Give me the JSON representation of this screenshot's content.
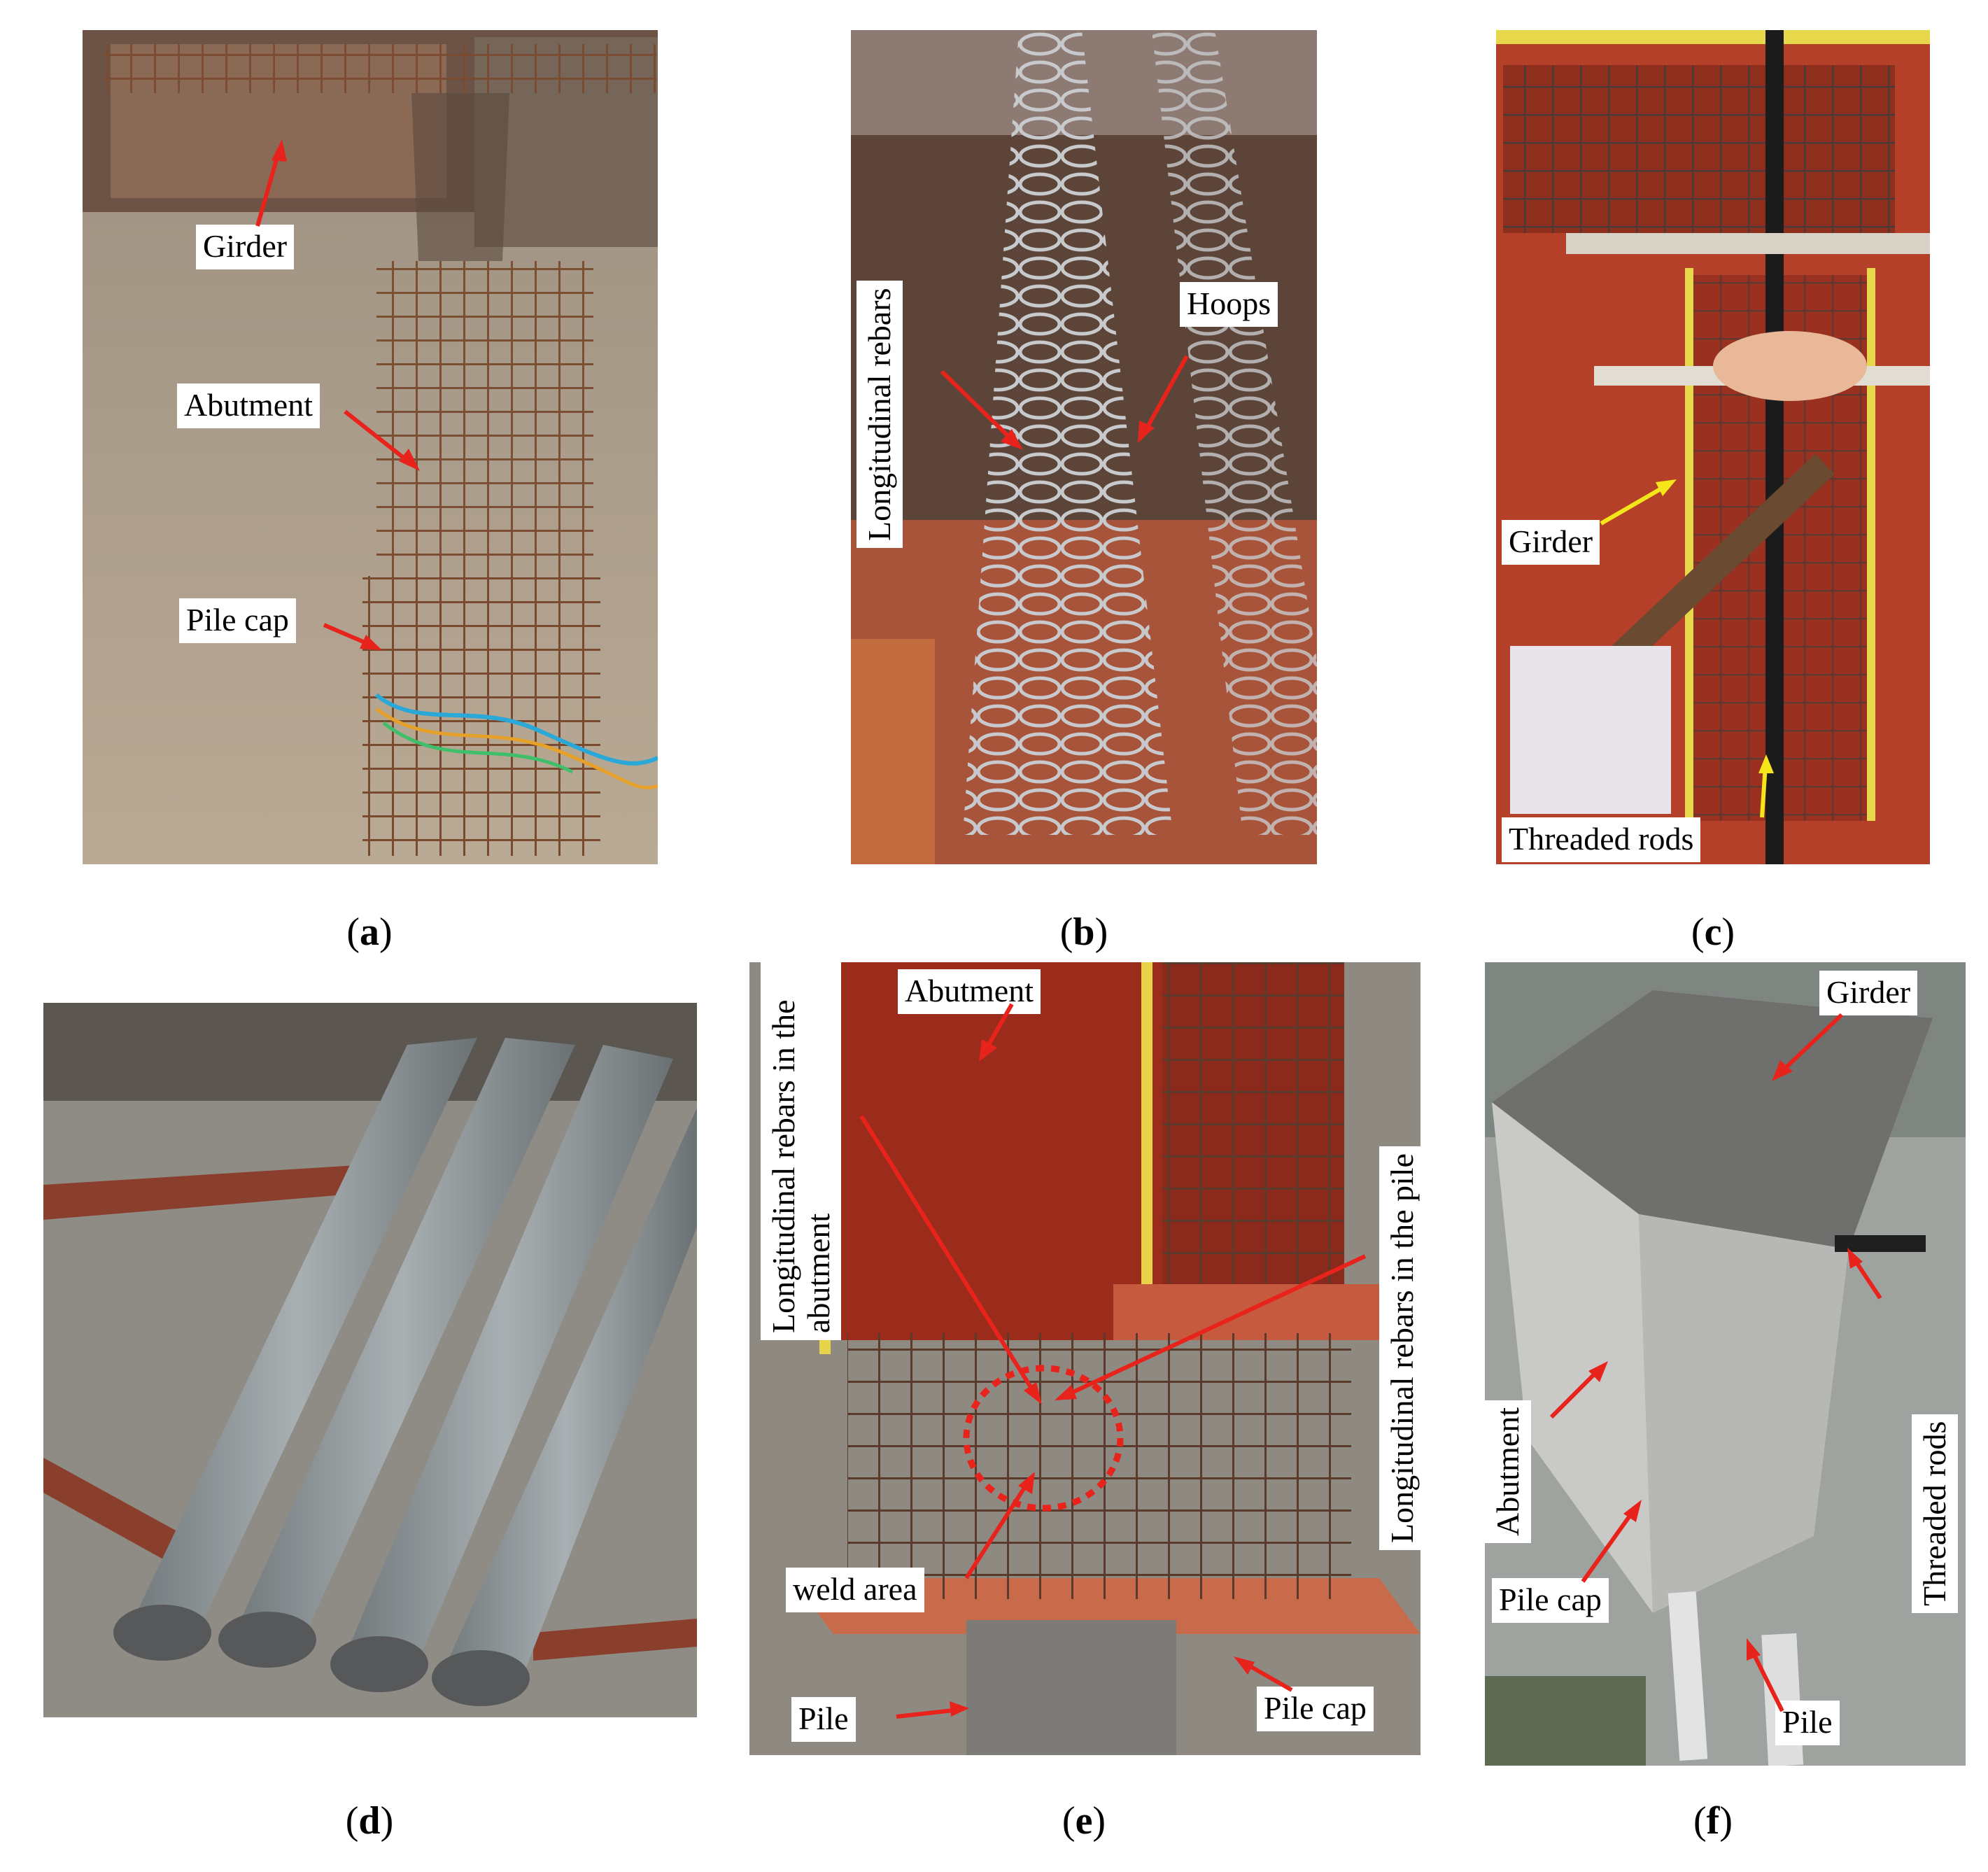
{
  "figure": {
    "arrow_colors": {
      "red": "#e8231c",
      "yellow": "#f4e61a"
    },
    "panels": [
      {
        "id": "a",
        "caption_letter": "a",
        "labels": [
          "Girder",
          "Abutment",
          "Pile cap"
        ]
      },
      {
        "id": "b",
        "caption_letter": "b",
        "labels": [
          "Longitudinal rebars",
          "Hoops"
        ]
      },
      {
        "id": "c",
        "caption_letter": "c",
        "labels": [
          "Girder",
          "Threaded rods"
        ]
      },
      {
        "id": "d",
        "caption_letter": "d",
        "labels": []
      },
      {
        "id": "e",
        "caption_letter": "e",
        "labels": [
          "Abutment",
          "Longitudinal rebars in the abutment",
          "Longitudinal rebars in the pile",
          "weld area",
          "Pile",
          "Pile cap"
        ]
      },
      {
        "id": "f",
        "caption_letter": "f",
        "labels": [
          "Girder",
          "Threaded rods",
          "Abutment",
          "Pile cap",
          "Pile"
        ]
      }
    ]
  }
}
